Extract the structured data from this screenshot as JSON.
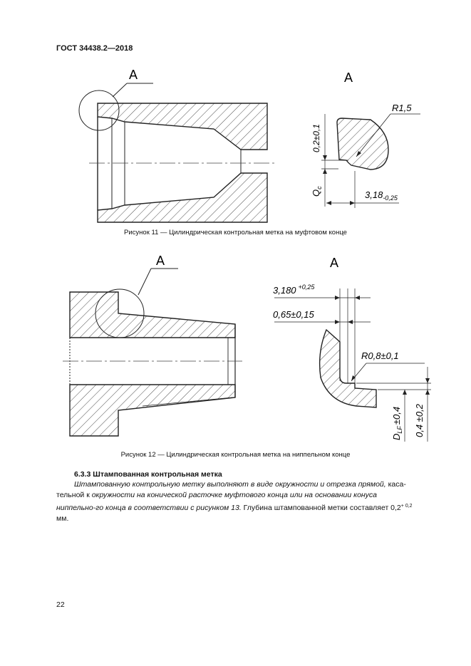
{
  "header": {
    "doc_code": "ГОСТ 34438.2—2018"
  },
  "figure11": {
    "callout": "A",
    "detail_title": "A",
    "dim_offset": "0,2±0,1",
    "dim_qc": "Q",
    "dim_qc_sub": "c",
    "dim_radius": "R1,5",
    "dim_width": "3,18",
    "dim_width_tol": "-0,25",
    "caption": "Рисунок 11 — Цилиндрическая контрольная метка на муфтовом конце"
  },
  "figure12": {
    "callout": "A",
    "detail_title": "A",
    "dim_width": "3,180",
    "dim_width_tol": "+0,25",
    "dim_land": "0,65±0,15",
    "dim_radius": "R0,8±0,1",
    "dim_dlf": "D",
    "dim_dlf_sub": "LF",
    "dim_dlf_tol": "±0,4",
    "dim_depth": "0,4 ±0,2",
    "caption": "Рисунок 12 — Цилиндрическая контрольная метка на ниппельном конце"
  },
  "section": {
    "heading": "6.3.3 Штампованная контрольная метка",
    "p_a": "Штампованную контрольную метку выполняют в виде окружности и отрезка прямой,",
    "p_b": " каса-тельной к ",
    "p_c": "окружности на конической расточке муфтового конца или на основании конуса ниппельно-го конца в соответствии с рисунком 13.",
    "p_d": " Глубина штампованной метки составляет 0,2",
    "p_sup": "+ 0,2",
    "p_e": " мм."
  },
  "page_number": "22"
}
